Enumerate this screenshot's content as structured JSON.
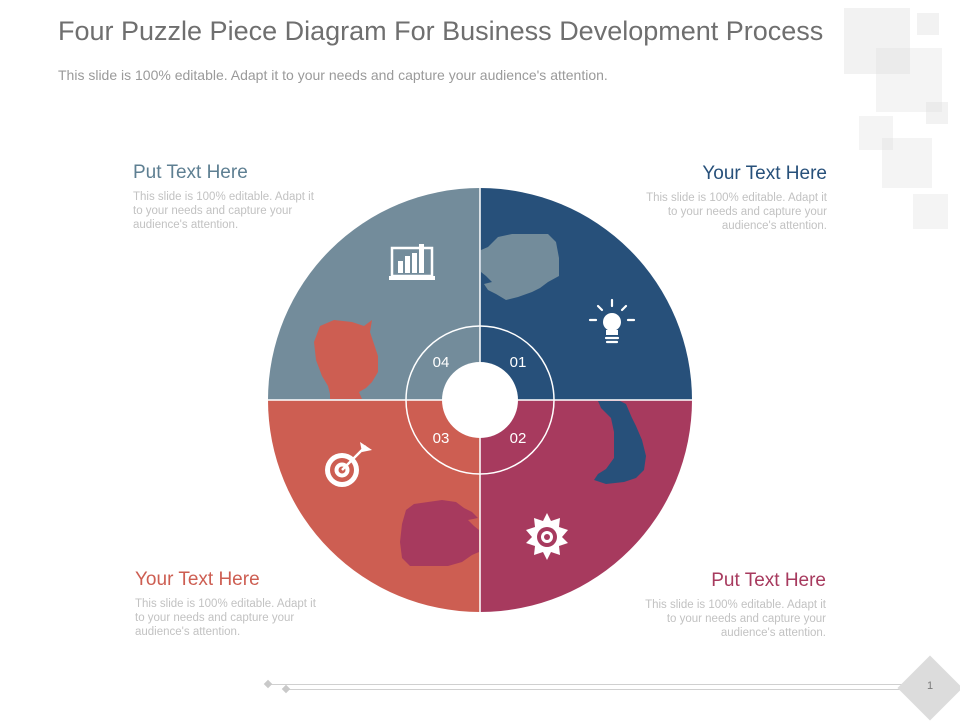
{
  "slide": {
    "title": "Four Puzzle Piece Diagram For Business Development Process",
    "subtitle": "This slide is 100% editable. Adapt it to your needs and capture your audience's attention.",
    "page_number": "1"
  },
  "colors": {
    "slate": "#738c9b",
    "navy": "#27507a",
    "crimson": "#a73a5e",
    "coral": "#cd5e52",
    "title_gray": "#6f6f6f",
    "body_gray": "#c2c2c2"
  },
  "callouts": [
    {
      "title": "Put Text Here",
      "body": "This slide is 100% editable. Adapt it to your needs and capture your audience's attention.",
      "color": "#5e7f92"
    },
    {
      "title": "Your Text Here",
      "body": "This slide is 100% editable. Adapt it to your needs and capture your audience's attention.",
      "color": "#27507a"
    },
    {
      "title": "Your Text Here",
      "body": "This slide is 100% editable. Adapt it to your needs and capture your audience's attention.",
      "color": "#cd5e52"
    },
    {
      "title": "Put Text Here",
      "body": "This slide is 100% editable. Adapt it to your needs and capture your audience's attention.",
      "color": "#a73a5e"
    }
  ],
  "pieces": [
    {
      "number": "01",
      "icon": "lightbulb-icon",
      "color": "#27507a"
    },
    {
      "number": "02",
      "icon": "gear-icon",
      "color": "#a73a5e"
    },
    {
      "number": "03",
      "icon": "target-icon",
      "color": "#cd5e52"
    },
    {
      "number": "04",
      "icon": "bar-chart-icon",
      "color": "#738c9b"
    }
  ]
}
